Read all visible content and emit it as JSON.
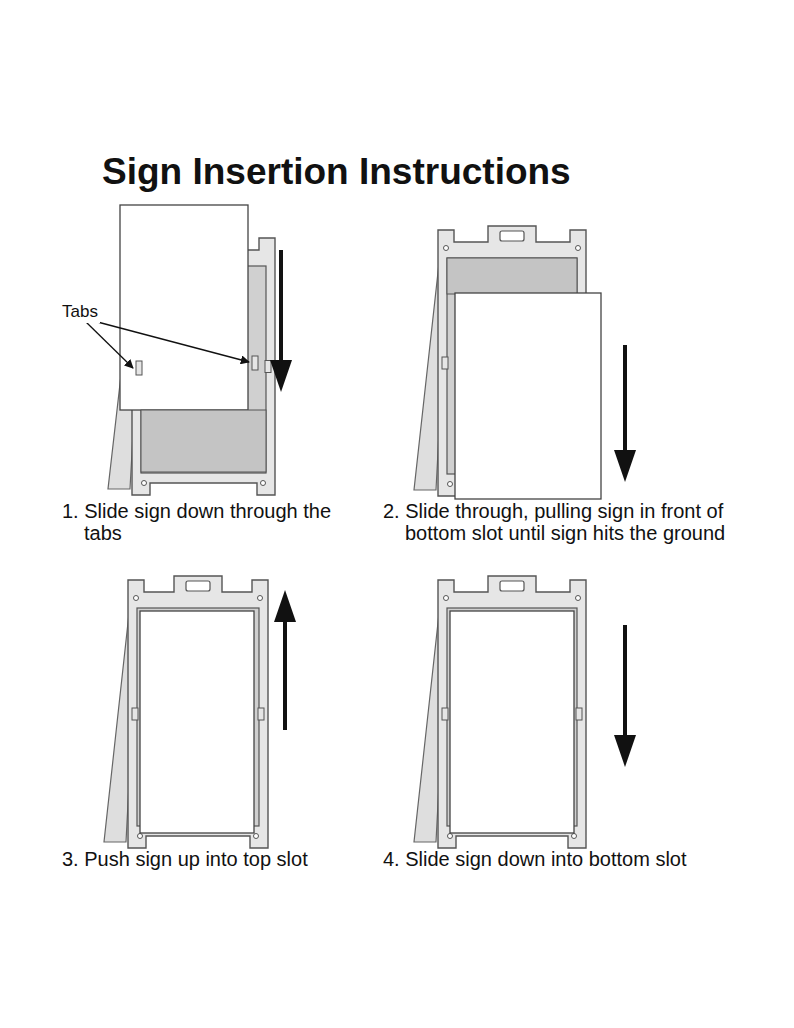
{
  "diagram": {
    "title": "Sign Insertion Instructions",
    "labels": [
      "Tabs",
      "1. Slide sign down through the tabs",
      "2. Slide through, pulling sign in front of bottom slot until sign hits the ground",
      "3. Push sign up into top slot",
      "4. Slide sign down into bottom slot"
    ]
  }
}
